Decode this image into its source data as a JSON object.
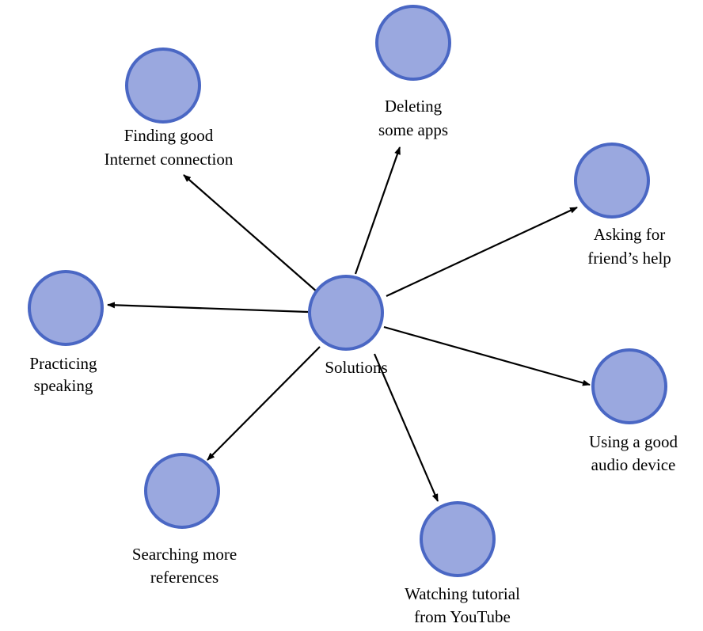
{
  "diagram": {
    "center": {
      "label": "Solutions"
    },
    "nodes": [
      {
        "id": "finding-good-internet",
        "lines": [
          "Finding good",
          "Internet connection"
        ]
      },
      {
        "id": "deleting-some-apps",
        "lines": [
          "Deleting",
          "some apps"
        ]
      },
      {
        "id": "asking-for-friends-help",
        "lines": [
          "Asking for",
          "friend’s help"
        ]
      },
      {
        "id": "practicing-speaking",
        "lines": [
          "Practicing",
          "speaking"
        ]
      },
      {
        "id": "using-good-audio-device",
        "lines": [
          "Using a good",
          "audio device"
        ]
      },
      {
        "id": "searching-more-references",
        "lines": [
          "Searching more",
          "references"
        ]
      },
      {
        "id": "watching-tutorial-youtube",
        "lines": [
          "Watching tutorial",
          "from YouTube"
        ]
      }
    ],
    "colors": {
      "node_fill": "#9aa8df",
      "node_stroke": "#4a67c4",
      "arrow": "#000000"
    }
  }
}
